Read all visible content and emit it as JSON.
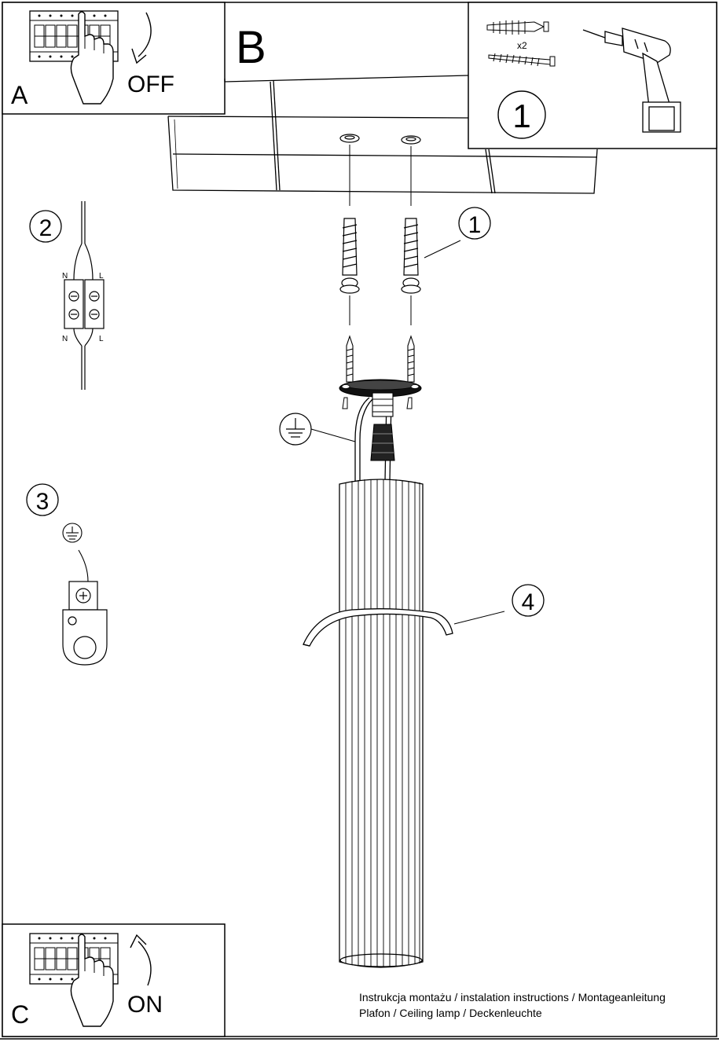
{
  "panel_a": {
    "letter": "A",
    "state": "OFF"
  },
  "panel_b": {
    "letter": "B"
  },
  "panel_c": {
    "letter": "C",
    "state": "ON"
  },
  "steps": {
    "drill_box": "1",
    "dowels": "1",
    "wiring": "2",
    "earth": "3",
    "strap": "4"
  },
  "kit": {
    "quantity": "x2"
  },
  "wiring": {
    "top_n": "N",
    "top_l": "L",
    "bottom_n": "N",
    "bottom_l": "L"
  },
  "caption": {
    "line1": "Instrukcja montażu / instalation instructions / Montageanleitung",
    "line2": "Plafon / Ceiling lamp / Deckenleuchte"
  }
}
